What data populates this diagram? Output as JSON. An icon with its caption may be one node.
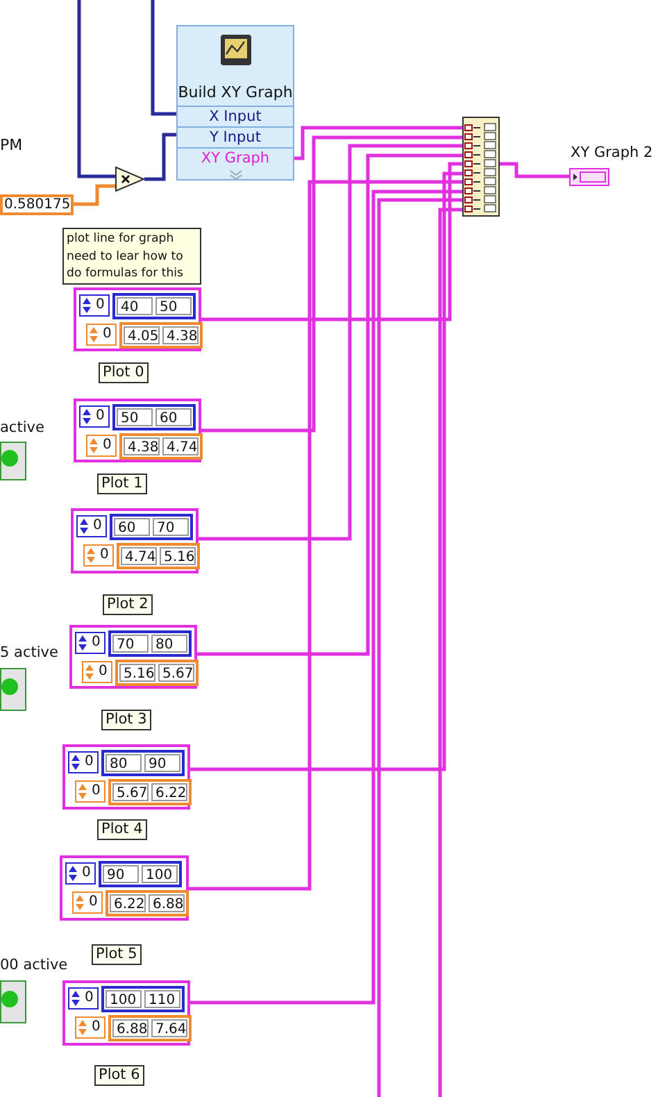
{
  "diagram": {
    "nodes": [
      {
        "text": [
          "Build XY Graph",
          "X Input",
          "Y Input",
          "XY Graph"
        ]
      },
      {
        "text": [],
        "shape": "triangle"
      },
      {
        "text": [
          "0.580175"
        ]
      },
      {
        "text": [
          "plot line for graph need to lear how to do formulas for this"
        ]
      },
      {
        "text": [
          "0",
          "40",
          "50",
          "0",
          "4.05",
          "4.38"
        ],
        "beside": [
          "Plot 0"
        ]
      },
      {
        "text": [
          "0",
          "50",
          "60",
          "0",
          "4.38",
          "4.74"
        ],
        "beside": [
          "Plot 1"
        ]
      },
      {
        "text": [
          "0",
          "60",
          "70",
          "0",
          "4.74",
          "5.16"
        ],
        "beside": [
          "Plot 2"
        ]
      },
      {
        "text": [
          "0",
          "70",
          "80",
          "0",
          "5.16",
          "5.67"
        ],
        "beside": [
          "Plot 3"
        ]
      },
      {
        "text": [
          "0",
          "80",
          "90",
          "0",
          "5.67",
          "6.22"
        ],
        "beside": [
          "Plot 4"
        ]
      },
      {
        "text": [
          "0",
          "90",
          "100",
          "0",
          "6.22",
          "6.88"
        ],
        "beside": [
          "Plot 5"
        ]
      },
      {
        "text": [
          "0",
          "100",
          "110",
          "0",
          "6.88",
          "7.64"
        ],
        "beside": [
          "Plot 6"
        ]
      },
      {
        "text": [],
        "shape": "bar"
      },
      {
        "text": [
          "XY Graph 2"
        ]
      },
      {
        "text": [
          "active"
        ]
      },
      {
        "text": [
          "5 active"
        ]
      },
      {
        "text": [
          "00 active"
        ]
      }
    ],
    "edges": [
      {
        "from": null,
        "to": 1,
        "arrow": "none",
        "color": "#2a2a9a"
      },
      {
        "from": null,
        "to": 0,
        "arrow": "none",
        "color": "#2a2a9a"
      },
      {
        "from": 2,
        "to": 1,
        "arrow": "none",
        "color": "#f08a30"
      },
      {
        "from": 1,
        "to": 0,
        "arrow": "none",
        "color": "#2a2a9a"
      },
      {
        "from": 0,
        "to": 11,
        "arrow": "none"
      },
      {
        "from": 4,
        "to": 11,
        "arrow": "none"
      },
      {
        "from": 5,
        "to": 11,
        "arrow": "none"
      },
      {
        "from": 6,
        "to": 11,
        "arrow": "none"
      },
      {
        "from": 7,
        "to": 11,
        "arrow": "none"
      },
      {
        "from": 8,
        "to": 11,
        "arrow": "none"
      },
      {
        "from": 9,
        "to": 11,
        "arrow": "none"
      },
      {
        "from": 10,
        "to": 11,
        "arrow": "none"
      },
      {
        "from": null,
        "to": 11,
        "arrow": "none"
      },
      {
        "from": null,
        "to": 11,
        "arrow": "none"
      },
      {
        "from": 11,
        "to": 12,
        "arrow": "none"
      }
    ],
    "labels": [
      "PM"
    ]
  }
}
